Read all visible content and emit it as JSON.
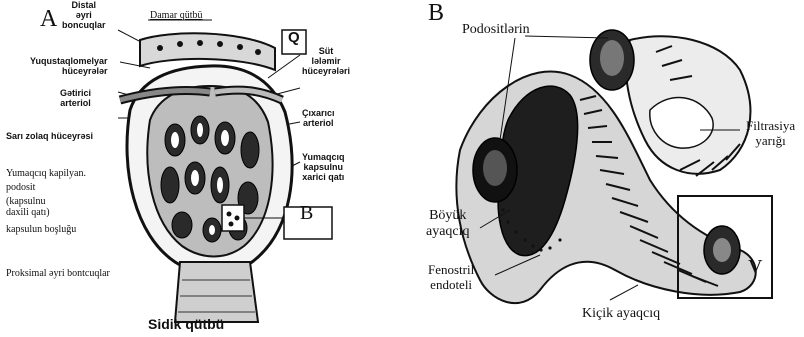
{
  "panel_a": {
    "letter": "A",
    "labels": {
      "distal": "Distal\nəyri\nboncuqlar",
      "damar": "Damar qütbü",
      "q": "Q",
      "yuxtaglomerular": "Yuqustaqlomelyar\nhüceyrələr",
      "gatirici": "Gətirici\narteriol",
      "sari_zolaq": "Sarı zolaq hüceyrəsi",
      "sut": "Süt\nlələmir\nhüceyrələri",
      "cixarici": "Çıxarıcı\narteriol",
      "kapsul_xarici": "Yumaqcıq\nkapsulnu\nxarici qatı",
      "kapilyan": "Yumaqcıq kapilyan.",
      "podosit": "podosit",
      "kapsul_daxili": "(kapsulnu\ndaxili qatı)",
      "bosluq": "kapsulun boşluğu",
      "proksimal": "Proksimal əyri bontcuqlar",
      "b_box": "B",
      "caption": "Sidik qütbü"
    }
  },
  "panel_b": {
    "letter": "B",
    "labels": {
      "podositlar": "Podositlərin",
      "filtrasiya": "Filtrasiya\nyarığı",
      "boyuk": "Böyük\nayaqcıq",
      "fenestril": "Fenostril\nendoteli",
      "kicik": "Kiçik ayaqcıq",
      "v": "V"
    }
  }
}
